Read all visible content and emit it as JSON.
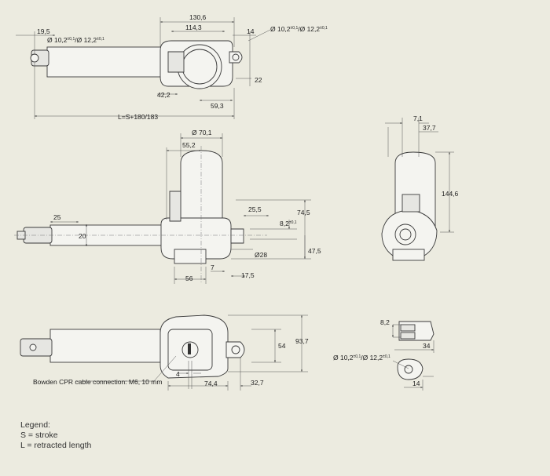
{
  "dimensions": {
    "top": {
      "d130_6": "130,6",
      "d114_3": "114,3",
      "d19_5": "19,5",
      "d14": "14",
      "d22": "22",
      "d42_2": "42,2",
      "d59_3": "59,3",
      "length": "L=S+180/183"
    },
    "hole": {
      "phi": "Ø 10,2",
      "tol": "±0,1",
      "sep": "/Ø 12,2",
      "tol2": "±0,1"
    },
    "middle": {
      "d70_1": "Ø 70,1",
      "d55_2": "55,2",
      "d25": "25",
      "d20": "20",
      "d25_5": "25,5",
      "d8_2": "8,2",
      "d8_2_tol": "±0,1",
      "d74_5": "74,5",
      "d47_5": "47,5",
      "d28": "Ø28",
      "d56": "56",
      "d7": "7",
      "d17_5": "17,5"
    },
    "side": {
      "d7_1": "7,1",
      "d37_7": "37,7",
      "d144_6": "144,6"
    },
    "bottom": {
      "d54": "54",
      "d93_7": "93,7",
      "d4": "4",
      "d74_4": "74,4",
      "d32_7": "32,7"
    },
    "small": {
      "d8_2": "8,2",
      "d34": "34",
      "d14": "14"
    }
  },
  "notes": {
    "bowden": "Bowden CPR cable connection: M6, 10 mm"
  },
  "legend": {
    "title": "Legend:",
    "stroke": "S = stroke",
    "length": "L = retracted length"
  }
}
